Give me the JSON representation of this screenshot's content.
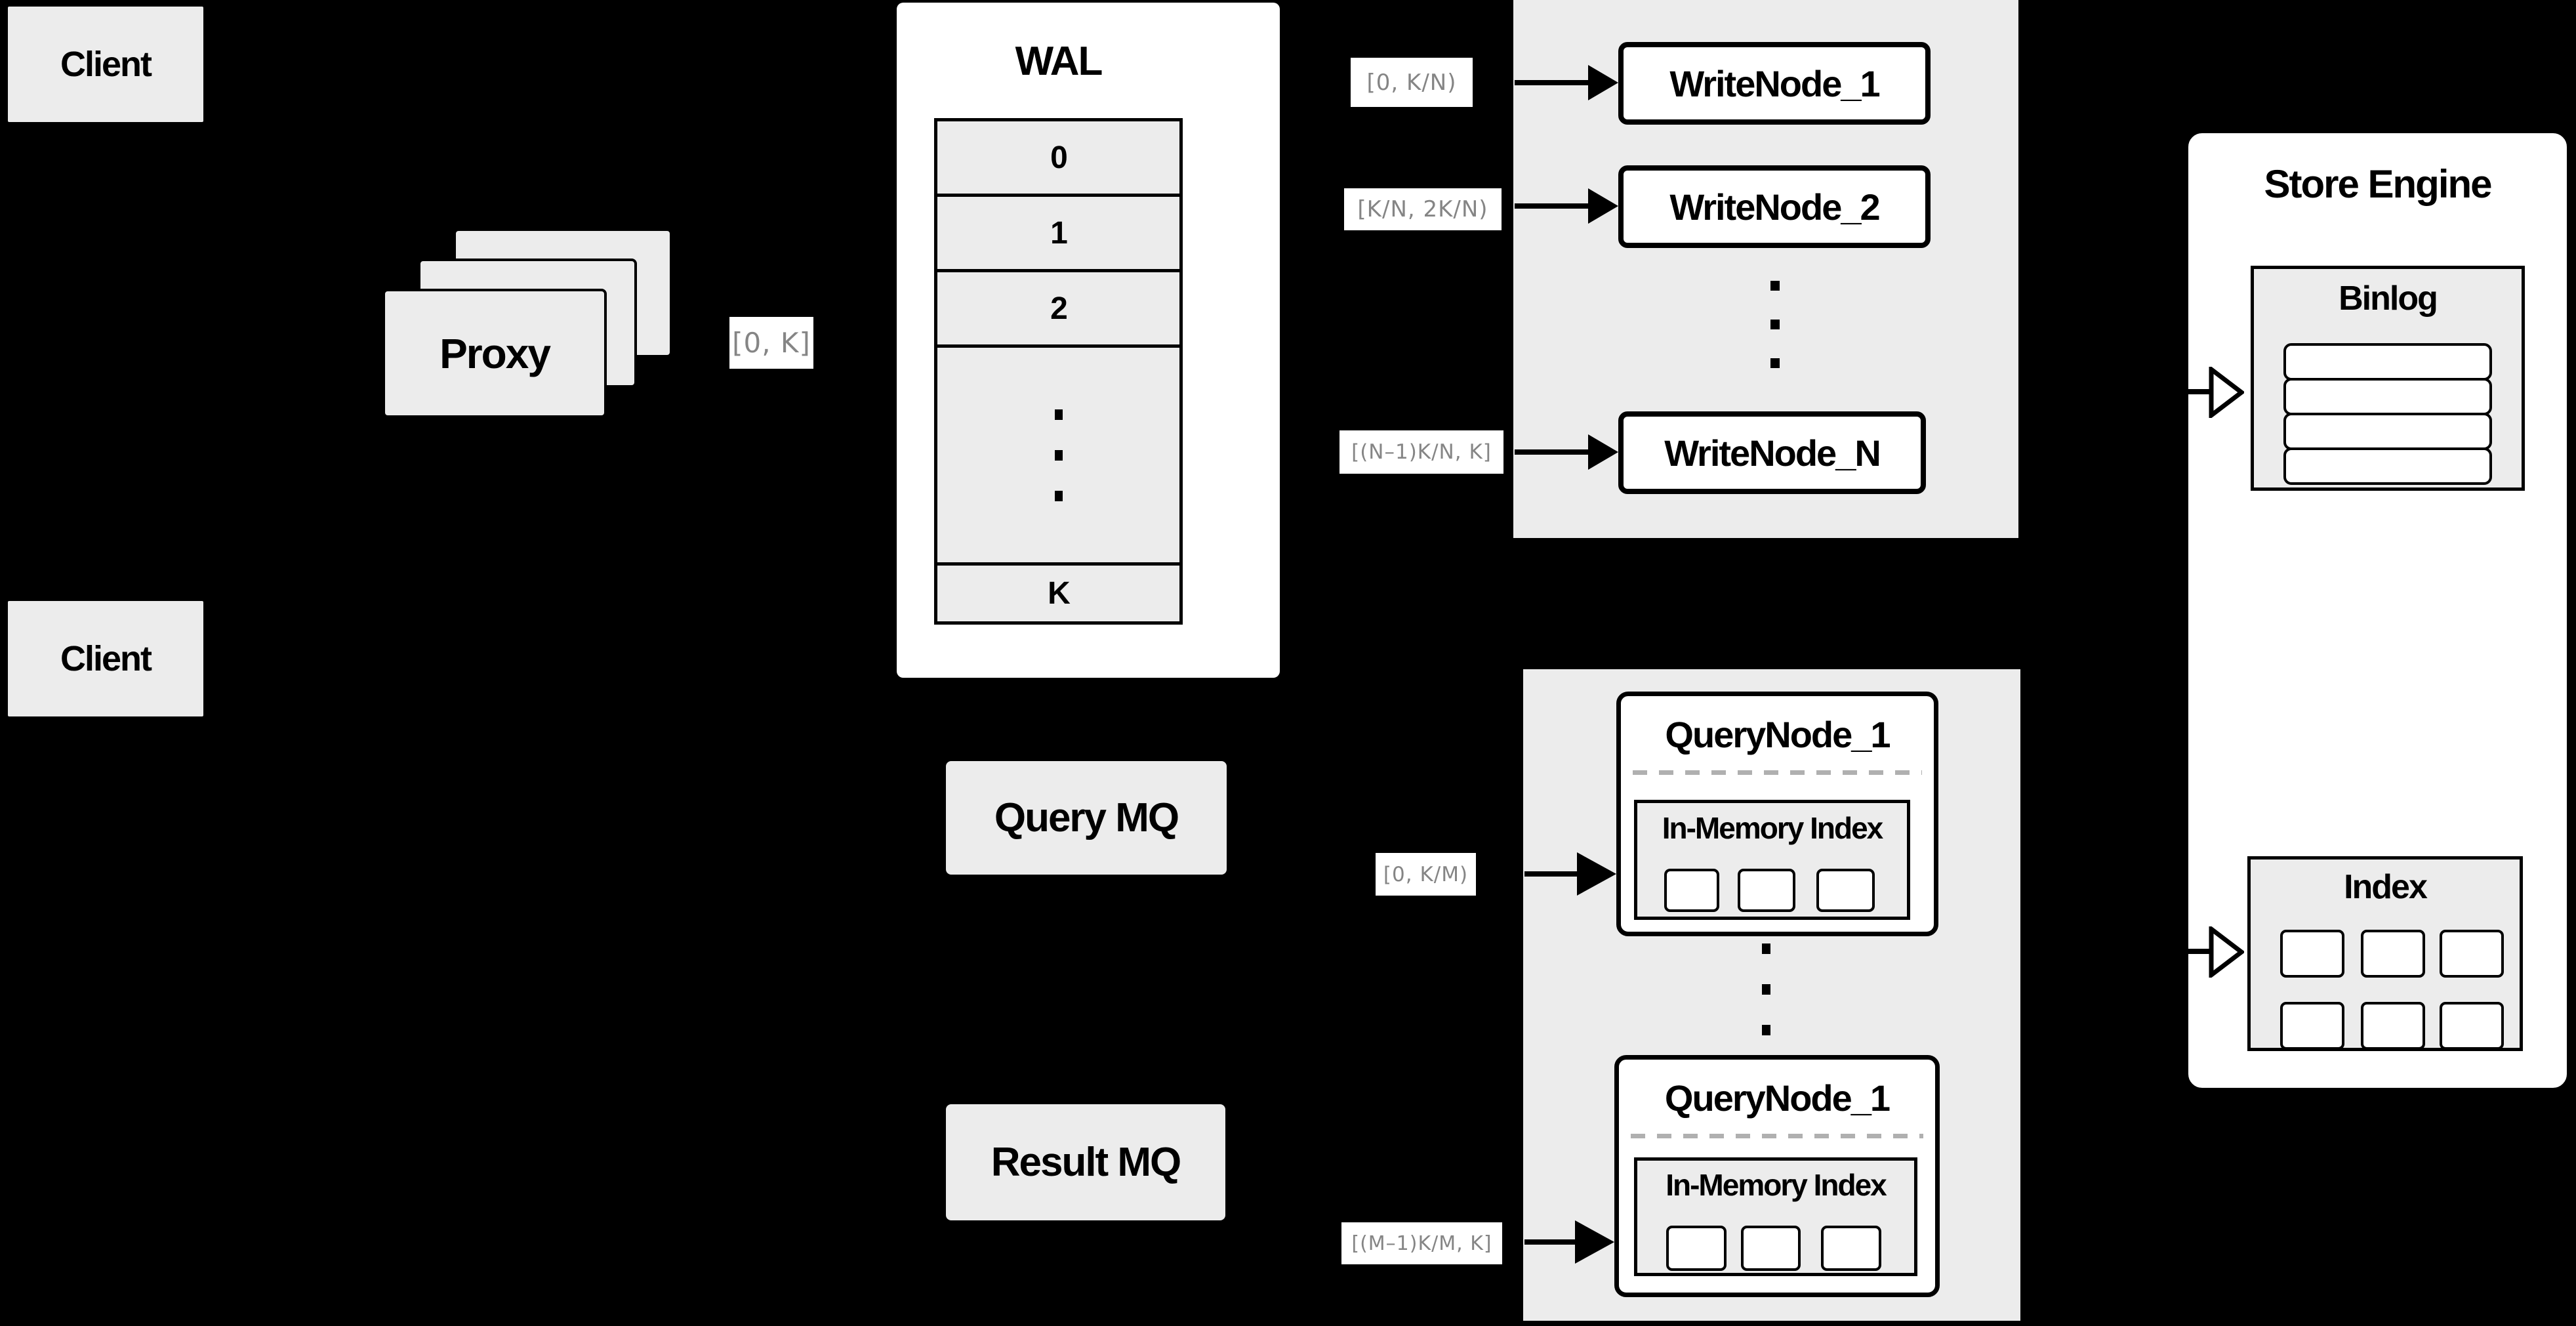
{
  "colors": {
    "canvas": "#000000",
    "panel_fill": "#ececec",
    "node_fill": "#ffffff",
    "line": "#000000",
    "range_text": "#858585"
  },
  "client_top": {
    "label": "Client"
  },
  "client_bottom": {
    "label": "Client"
  },
  "proxy": {
    "label": "Proxy",
    "range": "[0, K]"
  },
  "wal": {
    "title": "WAL",
    "cells": [
      "0",
      "1",
      "2"
    ],
    "tail": "K"
  },
  "write_group": {
    "nodes": [
      {
        "label": "WriteNode_1",
        "range": "[0, K/N)"
      },
      {
        "label": "WriteNode_2",
        "range": "[K/N, 2K/N)"
      },
      {
        "label": "WriteNode_N",
        "range": "[(N–1)K/N, K]"
      }
    ]
  },
  "store_engine": {
    "title": "Store Engine",
    "binlog": {
      "title": "Binlog"
    },
    "index": {
      "title": "Index"
    }
  },
  "mq": {
    "query": "Query MQ",
    "result": "Result MQ"
  },
  "query_group": {
    "nodes": [
      {
        "title": "QueryNode_1",
        "inner_title": "In-Memory Index",
        "range": "[0, K/M)"
      },
      {
        "title": "QueryNode_1",
        "inner_title": "In-Memory Index",
        "range": "[(M–1)K/M, K]"
      }
    ]
  }
}
